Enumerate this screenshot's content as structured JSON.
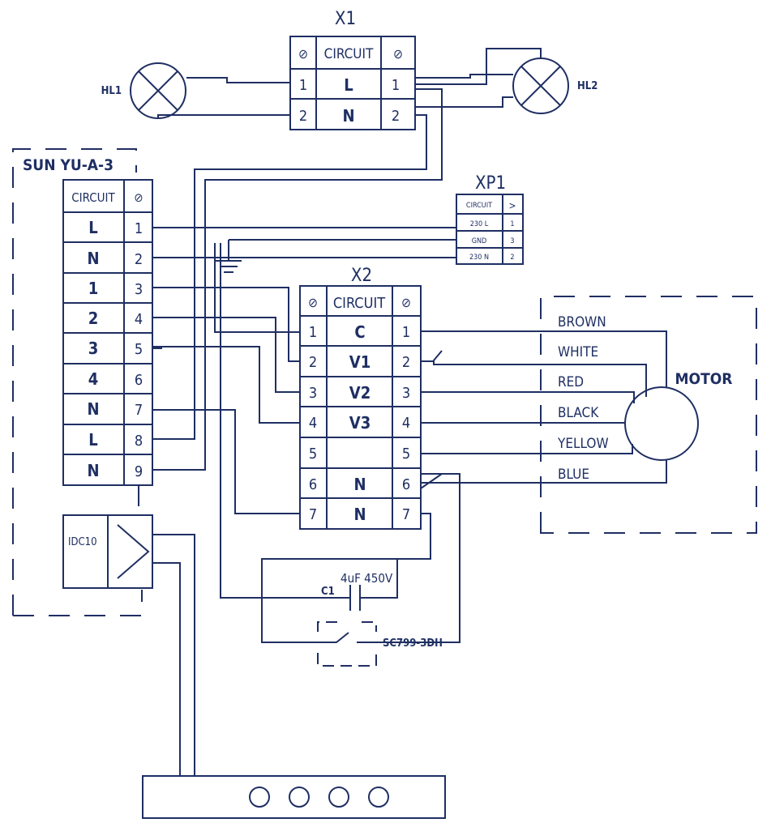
{
  "x1": {
    "title": "X1",
    "hdr_left": "⊘",
    "hdr_mid": "CIRCUIT",
    "hdr_right": "⊘",
    "rows": [
      {
        "l": "1",
        "c": "L",
        "r": "1"
      },
      {
        "l": "2",
        "c": "N",
        "r": "2"
      }
    ]
  },
  "lamps": {
    "left": "HL1",
    "right": "HL2"
  },
  "controller": {
    "title": "SUN YU-A-3",
    "hdr_circuit": "CIRCUIT",
    "hdr_sym": "⊘",
    "rows": [
      {
        "c": "L",
        "n": "1"
      },
      {
        "c": "N",
        "n": "2"
      },
      {
        "c": "1",
        "n": "3"
      },
      {
        "c": "2",
        "n": "4"
      },
      {
        "c": "3",
        "n": "5"
      },
      {
        "c": "4",
        "n": "6"
      },
      {
        "c": "N",
        "n": "7"
      },
      {
        "c": "L",
        "n": "8"
      },
      {
        "c": "N",
        "n": "9"
      }
    ],
    "idc_label": "IDC10"
  },
  "xp1": {
    "title": "XP1",
    "hdr_circuit": "CIRCUIT",
    "hdr_sym": ">",
    "rows": [
      {
        "c": "230 L",
        "n": "1"
      },
      {
        "c": "GND",
        "n": "3"
      },
      {
        "c": "230 N",
        "n": "2"
      }
    ]
  },
  "x2": {
    "title": "X2",
    "hdr_left": "⊘",
    "hdr_mid": "CIRCUIT",
    "hdr_right": "⊘",
    "rows": [
      {
        "l": "1",
        "c": "C",
        "r": "1"
      },
      {
        "l": "2",
        "c": "V1",
        "r": "2"
      },
      {
        "l": "3",
        "c": "V2",
        "r": "3"
      },
      {
        "l": "4",
        "c": "V3",
        "r": "4"
      },
      {
        "l": "5",
        "c": "",
        "r": "5"
      },
      {
        "l": "6",
        "c": "N",
        "r": "6"
      },
      {
        "l": "7",
        "c": "N",
        "r": "7"
      }
    ]
  },
  "motor": {
    "title": "MOTOR",
    "wires": [
      "BROWN",
      "WHITE",
      "RED",
      "BLACK",
      "YELLOW",
      "BLUE"
    ]
  },
  "capacitor": {
    "ref": "C1",
    "value": "4uF 450V"
  },
  "switch": {
    "label": "SC799-3DH"
  }
}
